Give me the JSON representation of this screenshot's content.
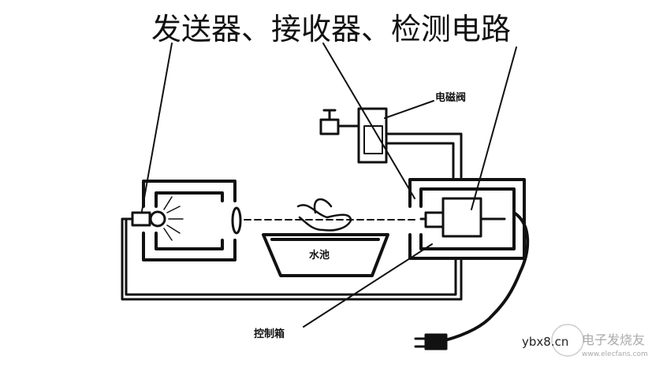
{
  "title": "发送器、接收器、检测电路",
  "labels": {
    "solenoid_valve": "电磁阀",
    "basin": "水池",
    "control_box": "控制箱"
  },
  "watermark": {
    "site": "ybx8.cn",
    "brand": "电子发烧友",
    "url": "www.elecfans.com"
  }
}
